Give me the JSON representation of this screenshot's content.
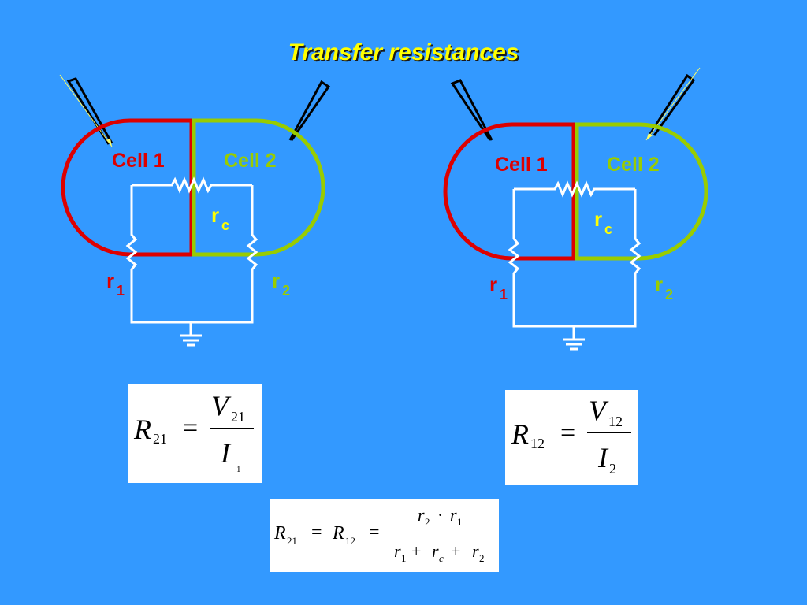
{
  "title": "Transfer resistances",
  "left_diagram": {
    "cell1": "Cell 1",
    "cell2": "Cell 2",
    "r1": "r",
    "r1_sub": "1",
    "r2": "r",
    "r2_sub": "2",
    "rc": "r",
    "rc_sub": "c"
  },
  "right_diagram": {
    "cell1": "Cell 1",
    "cell2": "Cell 2",
    "r1": "r",
    "r1_sub": "1",
    "r2": "r",
    "r2_sub": "2",
    "rc": "r",
    "rc_sub": "c"
  },
  "eq_r21": {
    "R": "R",
    "R_sub": "21",
    "eq": "=",
    "V": "V",
    "V_sub": "21",
    "I": "I",
    "I_sub": "1"
  },
  "eq_r12": {
    "R": "R",
    "R_sub": "12",
    "eq": "=",
    "V": "V",
    "V_sub": "12",
    "I": "I",
    "I_sub": "2"
  },
  "eq_combined": {
    "R_a": "R",
    "R_a_sub": "21",
    "eq1": "=",
    "R_b": "R",
    "R_b_sub": "12",
    "eq2": "=",
    "num_r2": "r",
    "num_r2_sub": "2",
    "dot": "·",
    "num_r1": "r",
    "num_r1_sub": "1",
    "den_r1": "r",
    "den_r1_sub": "1",
    "plus1": "+",
    "den_rc": "r",
    "den_rc_sub": "c",
    "plus2": "+",
    "den_r2": "r",
    "den_r2_sub": "2"
  },
  "colors": {
    "background": "#3399ff",
    "title": "#ffff00",
    "cell1": "#dd0000",
    "cell2": "#99cc00",
    "wire": "#ffffff",
    "rc_label": "#ffff00",
    "electrode": "#000000"
  }
}
